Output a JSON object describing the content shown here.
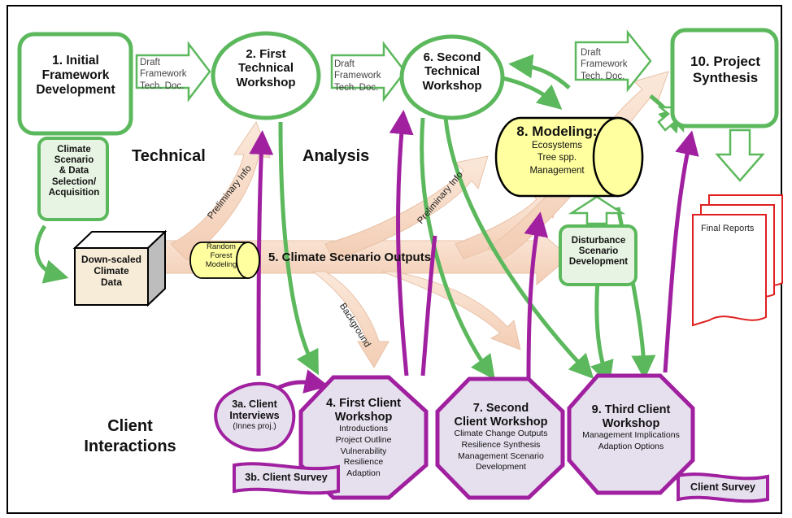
{
  "sections": {
    "technical": "Technical",
    "analysis": "Analysis",
    "client_line1": "Client",
    "client_line2": "Interactions"
  },
  "boxes": {
    "initial": [
      "1. Initial",
      "Framework",
      "Development"
    ],
    "climate_selection": [
      "Climate",
      "Scenario",
      "& Data",
      "Selection/",
      "Acquisition"
    ],
    "project_synthesis": [
      "10. Project",
      "Synthesis"
    ],
    "downscaled": [
      "Down-scaled",
      "Climate",
      "Data"
    ],
    "disturbance": [
      "Disturbance",
      "Scenario",
      "Development"
    ]
  },
  "workshops": {
    "first_technical": [
      "2. First",
      "Technical",
      "Workshop"
    ],
    "second_technical": [
      "6. Second",
      "Technical",
      "Workshop"
    ]
  },
  "draft_docs": {
    "d1": [
      "Draft",
      "Framework",
      "Tech. Doc."
    ],
    "d2": [
      "Draft",
      "Framework",
      "Tech. Doc."
    ],
    "d3": [
      "Draft",
      "Framework",
      "Tech. Doc."
    ]
  },
  "modeling": {
    "title": "8. Modeling:",
    "items": [
      "Ecosystems",
      "Tree spp.",
      "Management"
    ]
  },
  "random_forest": [
    "Random",
    "Forest",
    "Modeling"
  ],
  "climate_outputs": "5. Climate Scenario Outputs",
  "arrow_labels": {
    "preliminary_info_1": "Preliminary Info",
    "preliminary_info_2": "Preliminary Info",
    "background": "Background"
  },
  "client_workshops": {
    "first": {
      "title": [
        "4. First Client",
        "Workshop"
      ],
      "items": [
        "Introductions",
        "Project Outline",
        "Vulnerability",
        "Resilience",
        "Adaption"
      ]
    },
    "second": {
      "title": [
        "7. Second",
        "Client Workshop"
      ],
      "items": [
        "Climate Change Outputs",
        "Resilience Synthesis",
        "Management Scenario",
        "Development"
      ]
    },
    "third": {
      "title": [
        "9. Third Client",
        "Workshop"
      ],
      "items": [
        "Management Implications",
        "Adaption Options"
      ]
    }
  },
  "client_interviews": [
    "3a. Client",
    "Interviews",
    "(Innes proj.)"
  ],
  "client_survey_3b": "3b. Client Survey",
  "client_survey": "Client Survey",
  "final_reports": "Final Reports",
  "colors": {
    "green_border": "#5cb85c",
    "purple_border": "#a020a0",
    "purple_fill": "#e6e0ee",
    "yellow_fill": "#ffffa0",
    "peach_arrow": "#f8dcc8",
    "red_doc": "#e02020"
  }
}
